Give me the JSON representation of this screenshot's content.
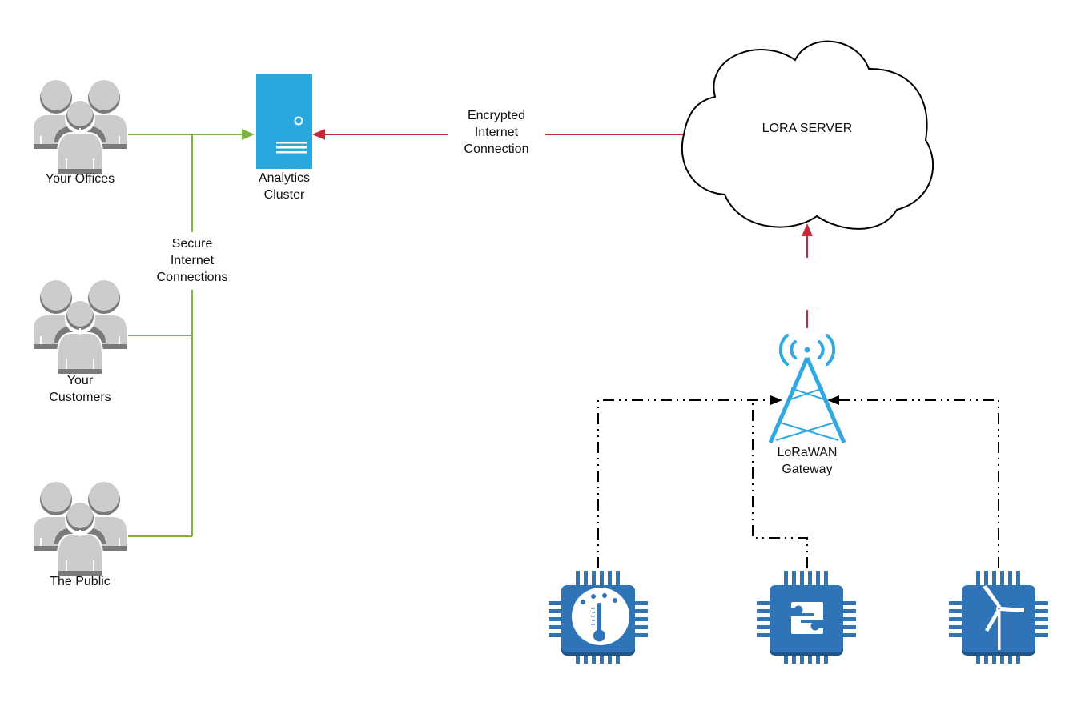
{
  "colors": {
    "people_fill": "#cccccc",
    "people_shadow": "#7a7a7a",
    "secure_line": "#7cb342",
    "encrypted_line": "#c8283a",
    "server_fill": "#29a8e0",
    "gateway_blue": "#2fa9e0",
    "device_blue": "#3074b8",
    "device_shadow": "#1f5488",
    "dashed_line": "#000000",
    "cloud_stroke": "#000000"
  },
  "groups": [
    {
      "id": "offices",
      "label": "Your Offices",
      "icon": "users-group-icon"
    },
    {
      "id": "customers",
      "label": "Your\nCustomers",
      "icon": "users-group-icon"
    },
    {
      "id": "public",
      "label": "The Public",
      "icon": "users-group-icon"
    }
  ],
  "analytics": {
    "label": "Analytics\nCluster",
    "icon": "server-icon"
  },
  "cloud": {
    "label": "LORA SERVER",
    "icon": "cloud-icon"
  },
  "gateway": {
    "label": "LoRaWAN\nGateway",
    "icon": "radio-tower-icon"
  },
  "connections": {
    "secure": "Secure\nInternet\nConnections",
    "encrypted": "Encrypted\nInternet\nConnection"
  },
  "devices": [
    {
      "id": "temperature",
      "icon": "thermometer-gauge-icon"
    },
    {
      "id": "switch",
      "icon": "circuit-switch-icon"
    },
    {
      "id": "wind",
      "icon": "wind-turbine-icon"
    }
  ]
}
